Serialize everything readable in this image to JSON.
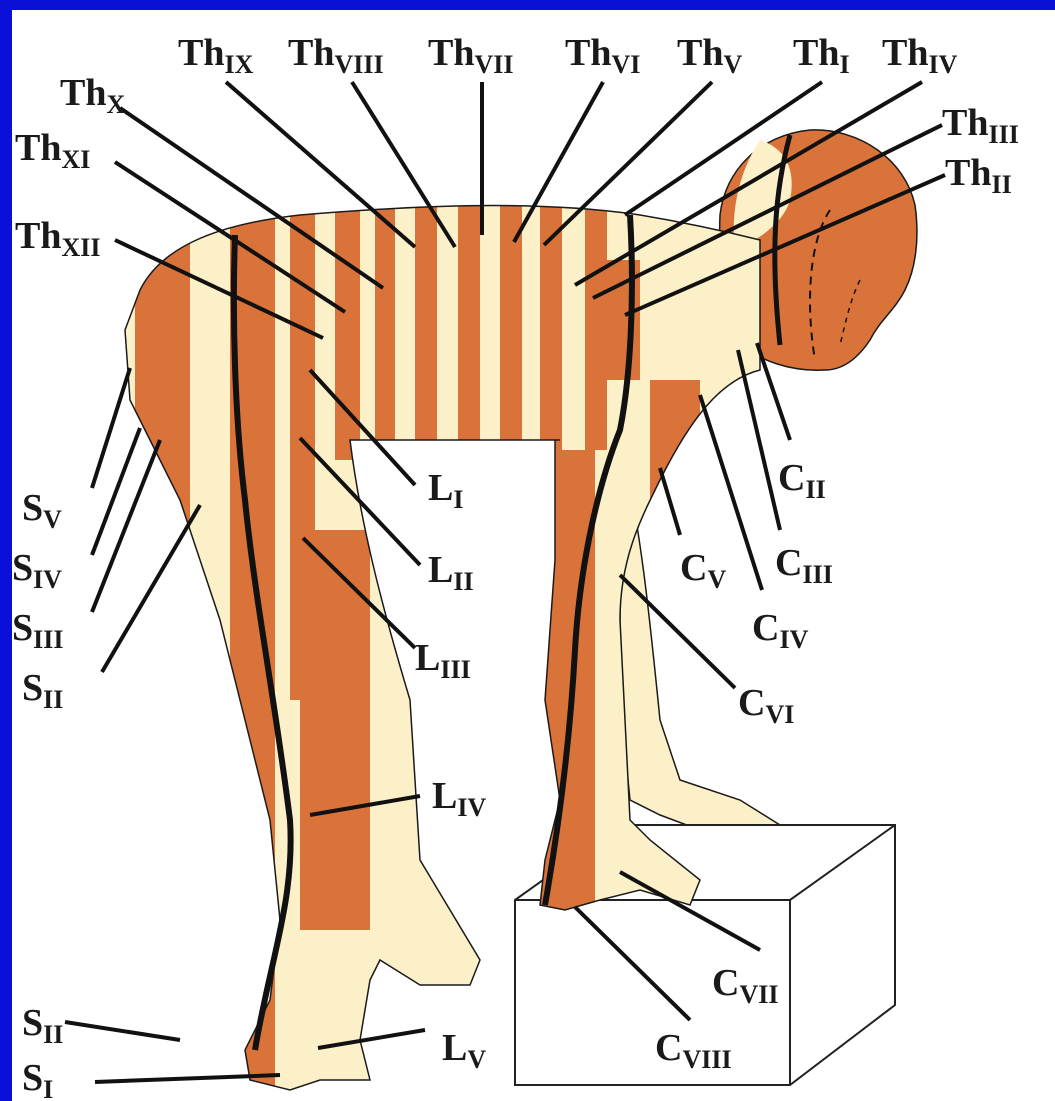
{
  "colors": {
    "border": "#0a10d8",
    "background": "#ffffff",
    "skin_dark": "#d9733a",
    "skin_light": "#fcf0c8",
    "outline": "#1a1a1a"
  },
  "labels": [
    {
      "id": "th-ix",
      "base": "Th",
      "sub": "IX"
    },
    {
      "id": "th-viii",
      "base": "Th",
      "sub": "VIII"
    },
    {
      "id": "th-vii",
      "base": "Th",
      "sub": "VII"
    },
    {
      "id": "th-vi",
      "base": "Th",
      "sub": "VI"
    },
    {
      "id": "th-v",
      "base": "Th",
      "sub": "V"
    },
    {
      "id": "th-i",
      "base": "Th",
      "sub": "I"
    },
    {
      "id": "th-iv",
      "base": "Th",
      "sub": "IV"
    },
    {
      "id": "th-x",
      "base": "Th",
      "sub": "X"
    },
    {
      "id": "th-iii",
      "base": "Th",
      "sub": "III"
    },
    {
      "id": "th-xi",
      "base": "Th",
      "sub": "XI"
    },
    {
      "id": "th-ii",
      "base": "Th",
      "sub": "II"
    },
    {
      "id": "th-xii",
      "base": "Th",
      "sub": "XII"
    },
    {
      "id": "c-ii",
      "base": "C",
      "sub": "II"
    },
    {
      "id": "l-i",
      "base": "L",
      "sub": "I"
    },
    {
      "id": "s-v",
      "base": "S",
      "sub": "V"
    },
    {
      "id": "c-iii",
      "base": "C",
      "sub": "III"
    },
    {
      "id": "c-v",
      "base": "C",
      "sub": "V"
    },
    {
      "id": "l-ii",
      "base": "L",
      "sub": "II"
    },
    {
      "id": "s-iv",
      "base": "S",
      "sub": "IV"
    },
    {
      "id": "c-iv",
      "base": "C",
      "sub": "IV"
    },
    {
      "id": "s-iii",
      "base": "S",
      "sub": "III"
    },
    {
      "id": "l-iii",
      "base": "L",
      "sub": "III"
    },
    {
      "id": "s-ii-top",
      "base": "S",
      "sub": "II"
    },
    {
      "id": "c-vi",
      "base": "C",
      "sub": "VI"
    },
    {
      "id": "l-iv",
      "base": "L",
      "sub": "IV"
    },
    {
      "id": "c-vii",
      "base": "C",
      "sub": "VII"
    },
    {
      "id": "s-ii-bottom",
      "base": "S",
      "sub": "II"
    },
    {
      "id": "l-v",
      "base": "L",
      "sub": "V"
    },
    {
      "id": "c-viii",
      "base": "C",
      "sub": "VIII"
    },
    {
      "id": "s-i",
      "base": "S",
      "sub": "I"
    }
  ]
}
